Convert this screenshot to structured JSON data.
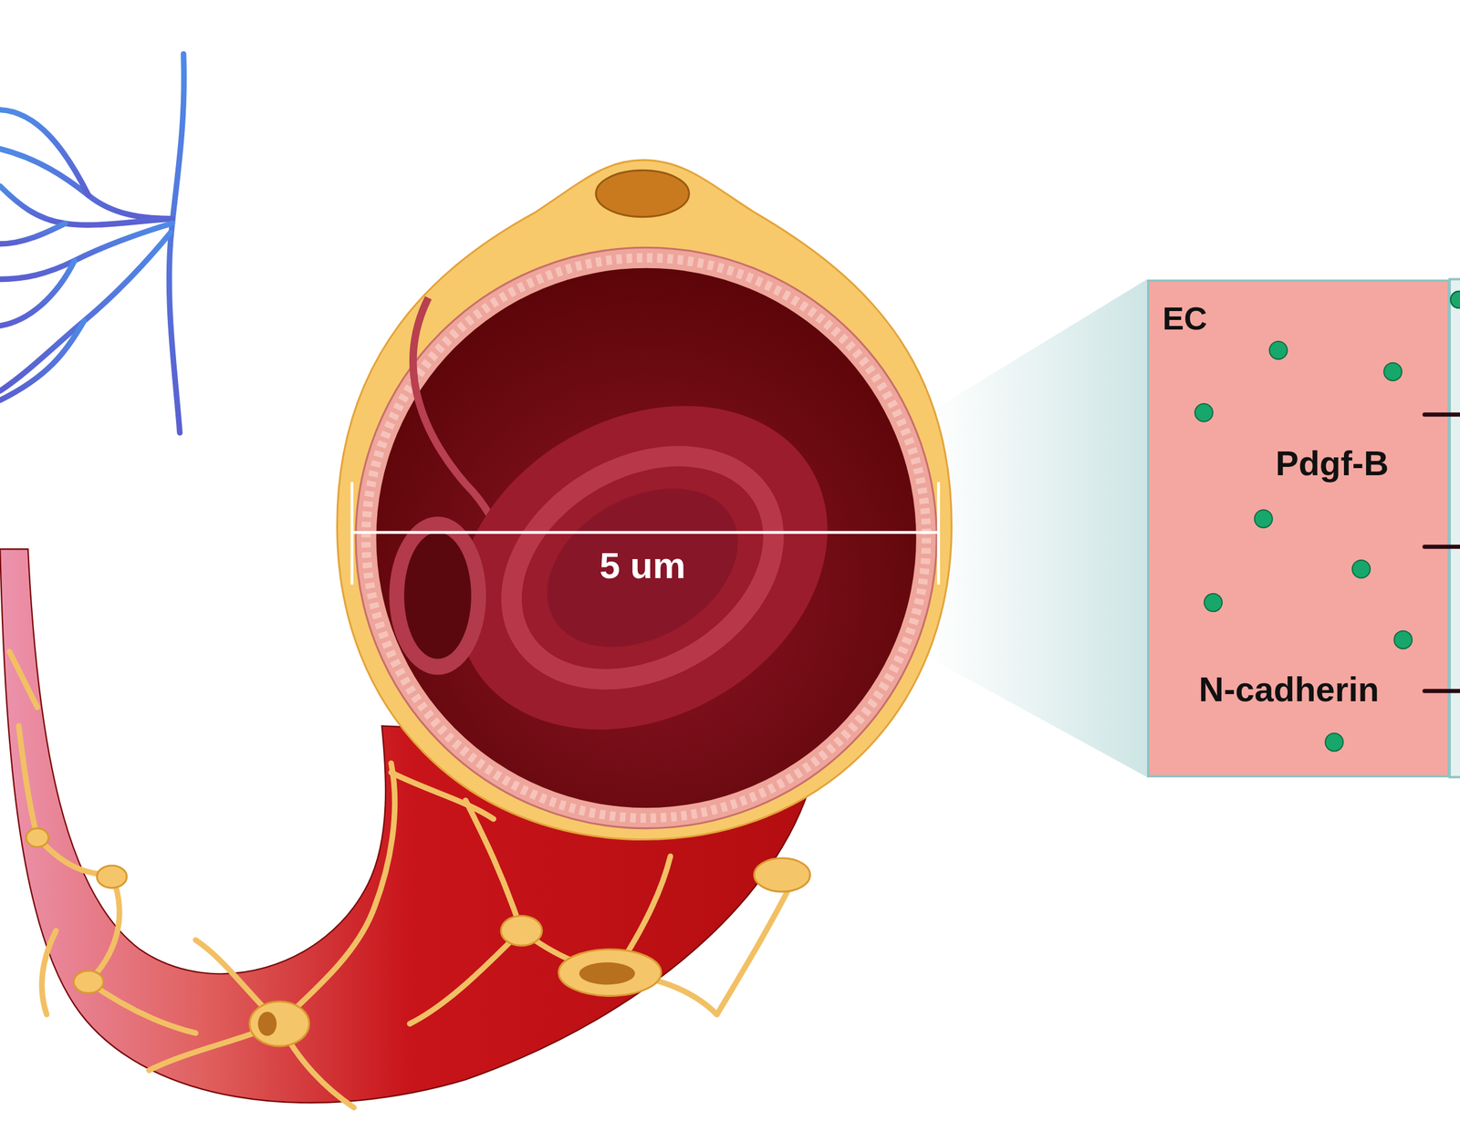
{
  "diagram": {
    "nodes": [
      {
        "text": [
          "EC",
          "Pdgf-B",
          "N-cadherin"
        ]
      }
    ],
    "labels": [
      "5 um"
    ]
  }
}
